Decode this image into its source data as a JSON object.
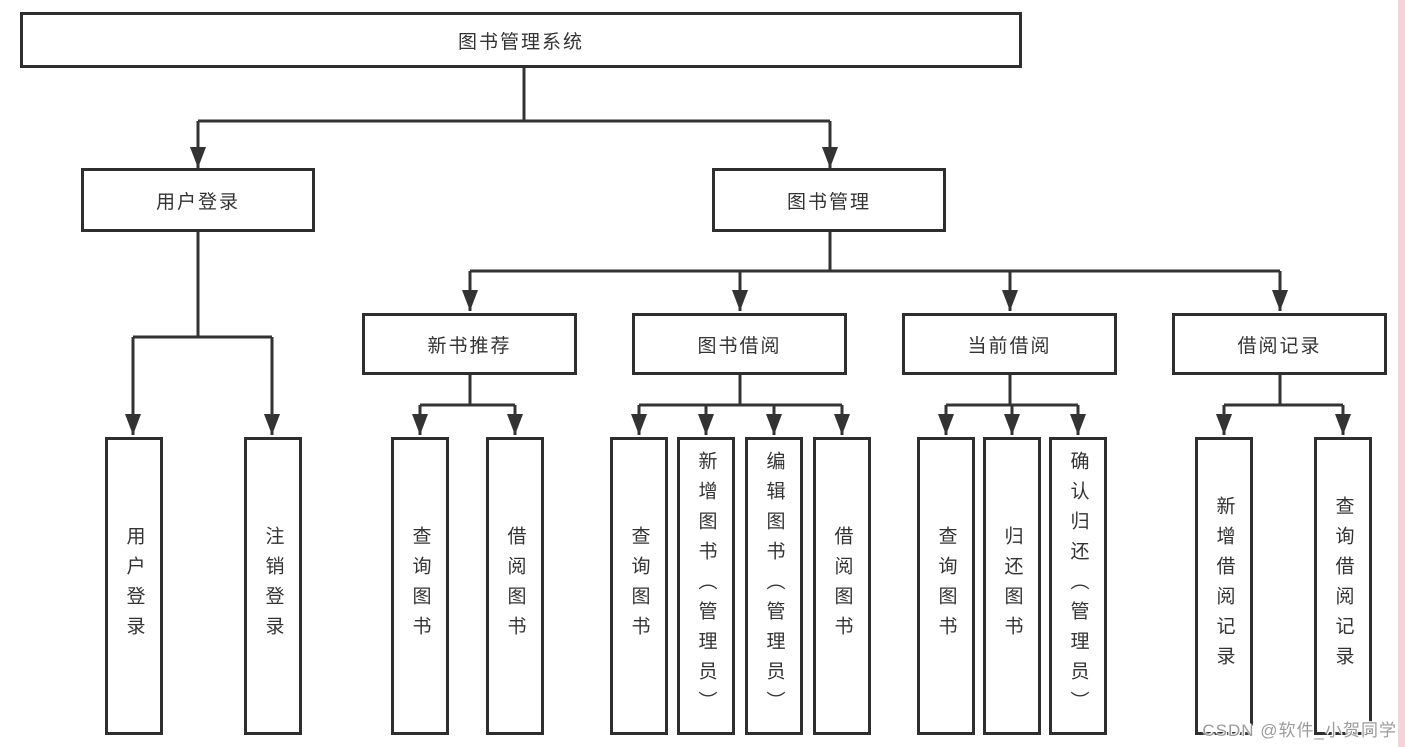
{
  "root": {
    "label": "图书管理系统"
  },
  "user_login": {
    "label": "用户登录",
    "children": [
      "用户登录",
      "注销登录"
    ]
  },
  "book_management": {
    "label": "图书管理",
    "sections": [
      {
        "label": "新书推荐",
        "children": [
          "查询图书",
          "借阅图书"
        ]
      },
      {
        "label": "图书借阅",
        "children": [
          "查询图书",
          "新增图书（管理员）",
          "编辑图书（管理员）",
          "借阅图书"
        ]
      },
      {
        "label": "当前借阅",
        "children": [
          "查询图书",
          "归还图书",
          "确认归还（管理员）"
        ]
      },
      {
        "label": "借阅记录",
        "children": [
          "新增借阅记录",
          "查询借阅记录"
        ]
      }
    ]
  },
  "watermark": {
    "text": "CSDN @软件_小贺同学"
  },
  "colors": {
    "line": "#333333",
    "box_border": "#2e2e2e",
    "text": "#333333",
    "watermark": "#9b9b9e",
    "right_edge_strip": "#f6d3d9",
    "background": "#ffffff"
  }
}
